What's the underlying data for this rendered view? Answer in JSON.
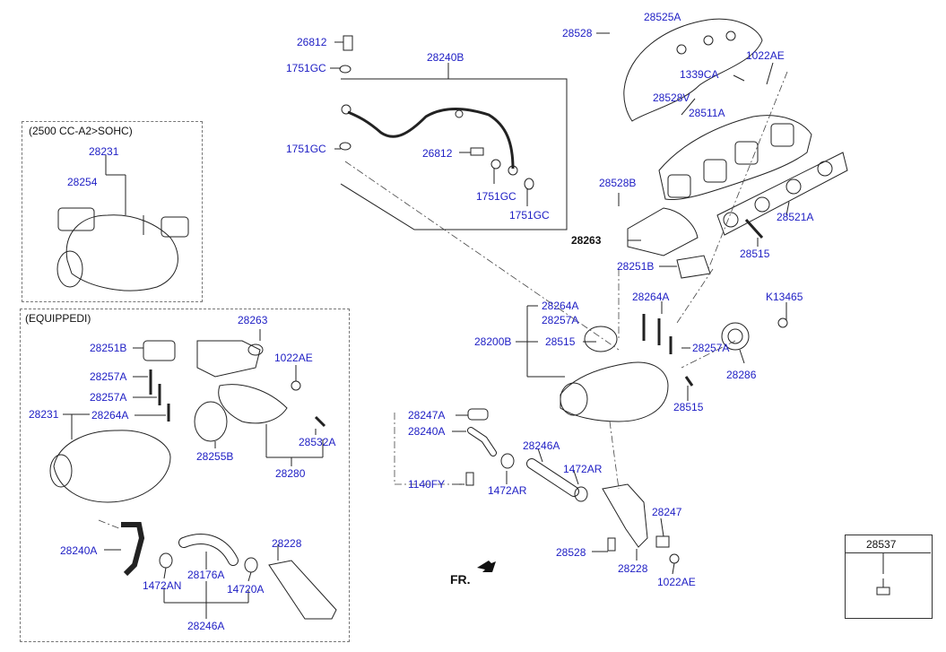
{
  "boxes": {
    "sohc_title": "(2500 CC-A2>SOHC)",
    "equipped_title": "(EQUIPPEDI)"
  },
  "parts": {
    "p26812a": "26812",
    "p1751gc_a": "1751GC",
    "p28240b": "28240B",
    "p1751gc_b": "1751GC",
    "p26812b": "26812",
    "p1751gc_c": "1751GC",
    "p1751gc_d": "1751GC",
    "p28528a": "28528",
    "p28525a": "28525A",
    "p1339ca": "1339CA",
    "p1022ae_a": "1022AE",
    "p28528v": "28528V",
    "p28511a": "28511A",
    "p28528b": "28528B",
    "p28521a": "28521A",
    "p28263_main": "28263",
    "p28515_a": "28515",
    "p28251b_main": "28251B",
    "p28231_top": "28231",
    "p28254": "28254",
    "p28264a_1": "28264A",
    "p28257a_1": "28257A",
    "p28200b": "28200B",
    "p28515_b": "28515",
    "p28264a_2": "28264A",
    "k13465": "K13465",
    "p28257a_2": "28257A",
    "p28286": "28286",
    "p28515_c": "28515",
    "p28263_eq": "28263",
    "p28251b_eq": "28251B",
    "p1022ae_eq": "1022AE",
    "p28257a_3": "28257A",
    "p28257a_4": "28257A",
    "p28231_eq": "28231",
    "p28264a_3": "28264A",
    "p28255b": "28255B",
    "p28532a": "28532A",
    "p28280": "28280",
    "p28247a": "28247A",
    "p28240a_main": "28240A",
    "p28246a_main": "28246A",
    "p1472ar_a": "1472AR",
    "p1140fy": "1140FY",
    "p1472ar_b": "1472AR",
    "p28247": "28247",
    "p28528_b": "28528",
    "p28228_main": "28228",
    "p1022ae_b": "1022AE",
    "p28240a_eq": "28240A",
    "p28228_eq": "28228",
    "p1472an": "1472AN",
    "p28176a": "28176A",
    "p14720a": "14720A",
    "p28246a_eq": "28246A",
    "p28537": "28537"
  },
  "fr_label": "FR."
}
